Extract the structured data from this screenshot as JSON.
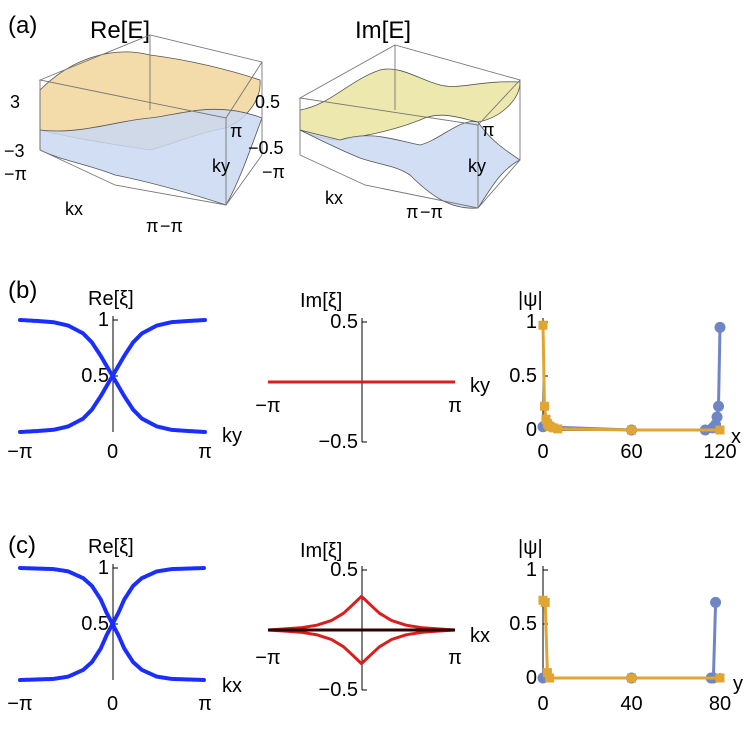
{
  "panel_labels": [
    "(a)",
    "(b)",
    "(c)"
  ],
  "colors": {
    "blue": "#1a2fff",
    "red": "#d91e1e",
    "steel": "#6f86c4",
    "gold": "#e0a532",
    "axis": "#000000"
  },
  "chart_data": [
    {
      "id": "a-re",
      "type": "surface3d",
      "title": "Re[E]",
      "xlabel": "kx",
      "ylabel": "ky",
      "x_ticks": [
        "−π",
        "π"
      ],
      "y_ticks": [
        "−π",
        "π"
      ],
      "z_ticks": [
        "3",
        "−3"
      ],
      "xlim": [
        -3.14159,
        3.14159
      ],
      "ylim": [
        -3.14159,
        3.14159
      ],
      "zlim": [
        -3,
        3
      ],
      "surfaces": [
        {
          "color": "#f2d8a0",
          "note": "upper band"
        },
        {
          "color": "#c9d8f2",
          "note": "lower band"
        }
      ]
    },
    {
      "id": "a-im",
      "type": "surface3d",
      "title": "Im[E]",
      "xlabel": "kx",
      "ylabel": "ky",
      "x_ticks": [
        "−π",
        "π"
      ],
      "y_ticks": [
        "−π",
        "π"
      ],
      "z_ticks": [
        "0.5",
        "−0.5"
      ],
      "xlim": [
        -3.14159,
        3.14159
      ],
      "ylim": [
        -3.14159,
        3.14159
      ],
      "zlim": [
        -0.5,
        0.5
      ],
      "surfaces": [
        {
          "color": "#f2d8a0",
          "note": "upper band"
        },
        {
          "color": "#c9d8f2",
          "note": "lower band"
        }
      ]
    },
    {
      "id": "b-re",
      "type": "scatter",
      "title": "Re[ξ]",
      "xlabel": "ky",
      "ylabel": "",
      "x_ticks": [
        {
          "v": -3.14159,
          "t": "−π"
        },
        {
          "v": 0,
          "t": "0"
        },
        {
          "v": 3.14159,
          "t": "π"
        }
      ],
      "y_ticks": [
        {
          "v": 0.5,
          "t": "0.5"
        },
        {
          "v": 1,
          "t": "1"
        }
      ],
      "xlim": [
        -3.14159,
        3.14159
      ],
      "ylim": [
        0,
        1
      ],
      "series": [
        {
          "color": "#1a2fff",
          "x": [
            -3.14,
            -2.5,
            -2.0,
            -1.5,
            -1.0,
            -0.7,
            -0.4,
            -0.2,
            0,
            0.2,
            0.4,
            0.7,
            1.0,
            1.5,
            2.0,
            2.5,
            3.14
          ],
          "y": [
            1.0,
            0.99,
            0.98,
            0.95,
            0.88,
            0.8,
            0.68,
            0.59,
            0.5,
            0.59,
            0.68,
            0.8,
            0.88,
            0.95,
            0.98,
            0.99,
            1.0
          ]
        },
        {
          "color": "#1a2fff",
          "x": [
            -3.14,
            -2.5,
            -2.0,
            -1.5,
            -1.0,
            -0.7,
            -0.4,
            -0.2,
            0,
            0.2,
            0.4,
            0.7,
            1.0,
            1.5,
            2.0,
            2.5,
            3.14
          ],
          "y": [
            0.0,
            0.01,
            0.02,
            0.05,
            0.12,
            0.2,
            0.32,
            0.41,
            0.5,
            0.41,
            0.32,
            0.2,
            0.12,
            0.05,
            0.02,
            0.01,
            0.0
          ]
        }
      ]
    },
    {
      "id": "b-im",
      "type": "line",
      "title": "Im[ξ]",
      "xlabel": "ky",
      "ylabel": "",
      "x_ticks": [
        {
          "v": -3.14159,
          "t": "−π"
        },
        {
          "v": 3.14159,
          "t": "π"
        }
      ],
      "y_ticks": [
        {
          "v": 0.5,
          "t": "0.5"
        },
        {
          "v": -0.5,
          "t": "−0.5"
        }
      ],
      "xlim": [
        -3.14159,
        3.14159
      ],
      "ylim": [
        -0.5,
        0.5
      ],
      "series": [
        {
          "color": "#d91e1e",
          "x": [
            -3.14159,
            3.14159
          ],
          "y": [
            0,
            0
          ]
        }
      ]
    },
    {
      "id": "b-psi",
      "type": "line",
      "title": "|ψ|",
      "xlabel": "x",
      "ylabel": "",
      "x_ticks": [
        {
          "v": 0,
          "t": "0"
        },
        {
          "v": 60,
          "t": "60"
        },
        {
          "v": 120,
          "t": "120"
        }
      ],
      "y_ticks": [
        {
          "v": 0,
          "t": "0"
        },
        {
          "v": 0.5,
          "t": "0.5"
        },
        {
          "v": 1,
          "t": "1"
        }
      ],
      "xlim": [
        0,
        120
      ],
      "ylim": [
        0,
        1
      ],
      "series": [
        {
          "color": "#6f86c4",
          "marker": "circle",
          "x": [
            0,
            60,
            110,
            115,
            117,
            118,
            119,
            120
          ],
          "y": [
            0.03,
            0.0,
            0.0,
            0.02,
            0.05,
            0.12,
            0.22,
            0.95
          ]
        },
        {
          "color": "#e0a532",
          "marker": "square",
          "x": [
            0,
            1,
            2,
            3,
            4,
            5,
            7,
            10,
            60,
            120
          ],
          "y": [
            0.97,
            0.22,
            0.1,
            0.06,
            0.04,
            0.03,
            0.02,
            0.01,
            0.0,
            0.0
          ]
        }
      ]
    },
    {
      "id": "c-re",
      "type": "scatter",
      "title": "Re[ξ]",
      "xlabel": "kx",
      "ylabel": "",
      "x_ticks": [
        {
          "v": -3.14159,
          "t": "−π"
        },
        {
          "v": 0,
          "t": "0"
        },
        {
          "v": 3.14159,
          "t": "π"
        }
      ],
      "y_ticks": [
        {
          "v": 0.5,
          "t": "0.5"
        },
        {
          "v": 1,
          "t": "1"
        }
      ],
      "xlim": [
        -3.14159,
        3.14159
      ],
      "ylim": [
        0,
        1
      ],
      "series": [
        {
          "color": "#1a2fff",
          "x": [
            -3.14,
            -2.5,
            -2.0,
            -1.5,
            -1.0,
            -0.7,
            -0.4,
            -0.2,
            0,
            0.2,
            0.4,
            0.7,
            1.0,
            1.5,
            2.0,
            2.5,
            3.14
          ],
          "y": [
            1.0,
            0.995,
            0.99,
            0.97,
            0.91,
            0.84,
            0.72,
            0.6,
            0.5,
            0.6,
            0.72,
            0.84,
            0.91,
            0.97,
            0.99,
            0.995,
            1.0
          ]
        },
        {
          "color": "#1a2fff",
          "x": [
            -3.14,
            -2.5,
            -2.0,
            -1.5,
            -1.0,
            -0.7,
            -0.4,
            -0.2,
            0,
            0.2,
            0.4,
            0.7,
            1.0,
            1.5,
            2.0,
            2.5,
            3.14
          ],
          "y": [
            0.0,
            0.005,
            0.01,
            0.03,
            0.09,
            0.16,
            0.28,
            0.4,
            0.5,
            0.4,
            0.28,
            0.16,
            0.09,
            0.03,
            0.01,
            0.005,
            0.0
          ]
        }
      ]
    },
    {
      "id": "c-im",
      "type": "line",
      "title": "Im[ξ]",
      "xlabel": "kx",
      "ylabel": "",
      "x_ticks": [
        {
          "v": -3.14159,
          "t": "−π"
        },
        {
          "v": 3.14159,
          "t": "π"
        }
      ],
      "y_ticks": [
        {
          "v": 0.5,
          "t": "0.5"
        },
        {
          "v": -0.5,
          "t": "−0.5"
        }
      ],
      "xlim": [
        -3.14159,
        3.14159
      ],
      "ylim": [
        -0.5,
        0.5
      ],
      "series": [
        {
          "color": "#d91e1e",
          "x": [
            -3.14,
            -2.5,
            -2.0,
            -1.5,
            -1.0,
            -0.6,
            -0.3,
            0,
            0.3,
            0.6,
            1.0,
            1.5,
            2.0,
            2.5,
            3.14
          ],
          "y": [
            0.0,
            0.01,
            0.02,
            0.04,
            0.08,
            0.14,
            0.21,
            0.28,
            0.21,
            0.14,
            0.08,
            0.04,
            0.02,
            0.01,
            0.0
          ]
        },
        {
          "color": "#d91e1e",
          "x": [
            -3.14,
            -2.5,
            -2.0,
            -1.5,
            -1.0,
            -0.6,
            -0.3,
            0,
            0.3,
            0.6,
            1.0,
            1.5,
            2.0,
            2.5,
            3.14
          ],
          "y": [
            0.0,
            -0.01,
            -0.02,
            -0.04,
            -0.08,
            -0.14,
            -0.21,
            -0.28,
            -0.21,
            -0.14,
            -0.08,
            -0.04,
            -0.02,
            -0.01,
            0.0
          ]
        },
        {
          "color": "#2a0000",
          "x": [
            -3.14159,
            3.14159
          ],
          "y": [
            0,
            0
          ]
        }
      ]
    },
    {
      "id": "c-psi",
      "type": "line",
      "title": "|ψ|",
      "xlabel": "y",
      "ylabel": "",
      "x_ticks": [
        {
          "v": 0,
          "t": "0"
        },
        {
          "v": 40,
          "t": "40"
        },
        {
          "v": 80,
          "t": "80"
        }
      ],
      "y_ticks": [
        {
          "v": 0,
          "t": "0"
        },
        {
          "v": 0.5,
          "t": "0.5"
        },
        {
          "v": 1,
          "t": "1"
        }
      ],
      "xlim": [
        0,
        80
      ],
      "ylim": [
        0,
        1
      ],
      "series": [
        {
          "color": "#6f86c4",
          "marker": "circle",
          "x": [
            0,
            40,
            76,
            77,
            78
          ],
          "y": [
            0.0,
            0.0,
            0.0,
            0.0,
            0.7
          ]
        },
        {
          "color": "#e0a532",
          "marker": "square",
          "x": [
            0,
            1,
            2,
            3,
            40,
            80
          ],
          "y": [
            0.72,
            0.7,
            0.05,
            0.0,
            0.0,
            0.0
          ]
        }
      ]
    }
  ]
}
